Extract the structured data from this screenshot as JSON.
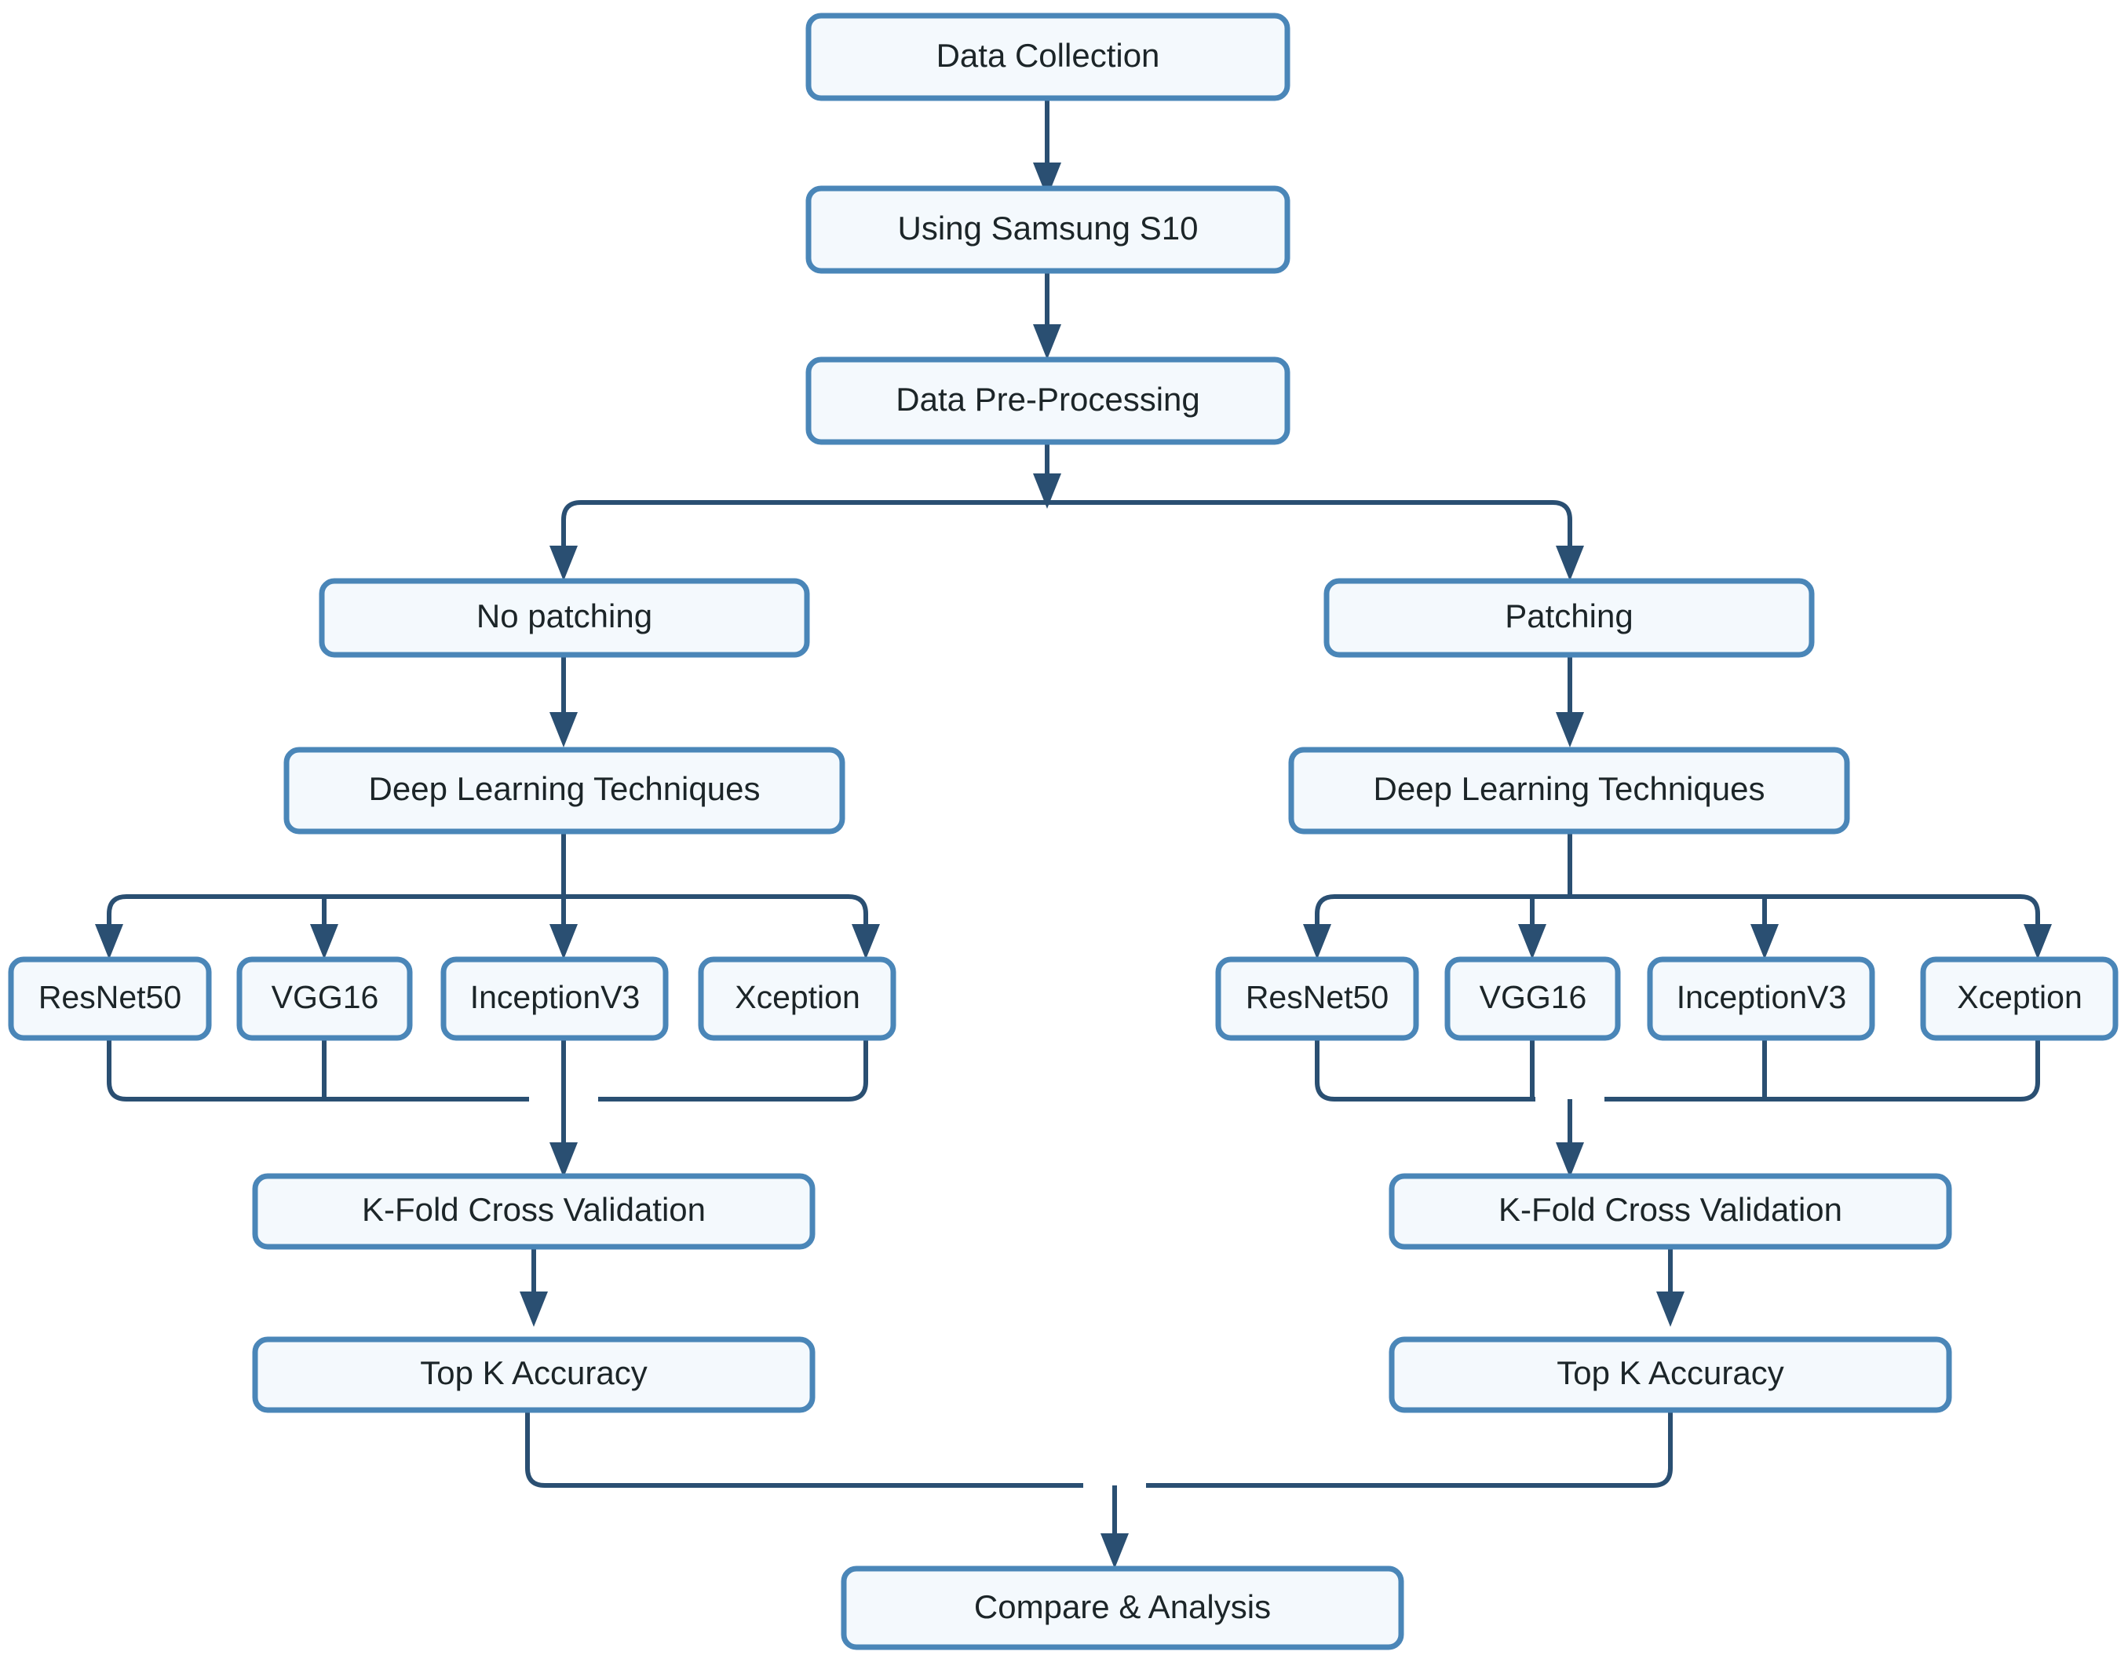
{
  "diagram": {
    "title": "Deep Learning Experiment Pipeline Flowchart",
    "colors": {
      "node_fill": "#f4f9fd",
      "node_border": "#4a86b8",
      "edge": "#2a4f72",
      "text": "#1c2528",
      "background": "#ffffff"
    },
    "nodes": [
      {
        "id": "data-collection",
        "label": "Data Collection"
      },
      {
        "id": "using-samsung-s10",
        "label": "Using Samsung S10"
      },
      {
        "id": "data-pre-processing",
        "label": "Data Pre-Processing"
      },
      {
        "id": "no-patching",
        "label": "No patching"
      },
      {
        "id": "patching",
        "label": "Patching"
      },
      {
        "id": "dlt-left",
        "label": "Deep Learning Techniques"
      },
      {
        "id": "dlt-right",
        "label": "Deep Learning Techniques"
      },
      {
        "id": "resnet50-left",
        "label": "ResNet50"
      },
      {
        "id": "vgg16-left",
        "label": "VGG16"
      },
      {
        "id": "inceptionv3-left",
        "label": "InceptionV3"
      },
      {
        "id": "xception-left",
        "label": "Xception"
      },
      {
        "id": "resnet50-right",
        "label": "ResNet50"
      },
      {
        "id": "vgg16-right",
        "label": "VGG16"
      },
      {
        "id": "inceptionv3-right",
        "label": "InceptionV3"
      },
      {
        "id": "xception-right",
        "label": "Xception"
      },
      {
        "id": "kfold-left",
        "label": "K-Fold Cross Validation"
      },
      {
        "id": "kfold-right",
        "label": "K-Fold Cross Validation"
      },
      {
        "id": "topk-left",
        "label": "Top K Accuracy"
      },
      {
        "id": "topk-right",
        "label": "Top K Accuracy"
      },
      {
        "id": "compare-analysis",
        "label": "Compare & Analysis"
      }
    ],
    "edges": [
      {
        "from": "data-collection",
        "to": "using-samsung-s10"
      },
      {
        "from": "using-samsung-s10",
        "to": "data-pre-processing"
      },
      {
        "from": "data-pre-processing",
        "to": "no-patching"
      },
      {
        "from": "data-pre-processing",
        "to": "patching"
      },
      {
        "from": "no-patching",
        "to": "dlt-left"
      },
      {
        "from": "patching",
        "to": "dlt-right"
      },
      {
        "from": "dlt-left",
        "to": "resnet50-left"
      },
      {
        "from": "dlt-left",
        "to": "vgg16-left"
      },
      {
        "from": "dlt-left",
        "to": "inceptionv3-left"
      },
      {
        "from": "dlt-left",
        "to": "xception-left"
      },
      {
        "from": "dlt-right",
        "to": "resnet50-right"
      },
      {
        "from": "dlt-right",
        "to": "vgg16-right"
      },
      {
        "from": "dlt-right",
        "to": "inceptionv3-right"
      },
      {
        "from": "dlt-right",
        "to": "xception-right"
      },
      {
        "from": "resnet50-left",
        "to": "kfold-left"
      },
      {
        "from": "vgg16-left",
        "to": "kfold-left"
      },
      {
        "from": "inceptionv3-left",
        "to": "kfold-left"
      },
      {
        "from": "xception-left",
        "to": "kfold-left"
      },
      {
        "from": "resnet50-right",
        "to": "kfold-right"
      },
      {
        "from": "vgg16-right",
        "to": "kfold-right"
      },
      {
        "from": "inceptionv3-right",
        "to": "kfold-right"
      },
      {
        "from": "xception-right",
        "to": "kfold-right"
      },
      {
        "from": "kfold-left",
        "to": "topk-left"
      },
      {
        "from": "kfold-right",
        "to": "topk-right"
      },
      {
        "from": "topk-left",
        "to": "compare-analysis"
      },
      {
        "from": "topk-right",
        "to": "compare-analysis"
      }
    ]
  }
}
